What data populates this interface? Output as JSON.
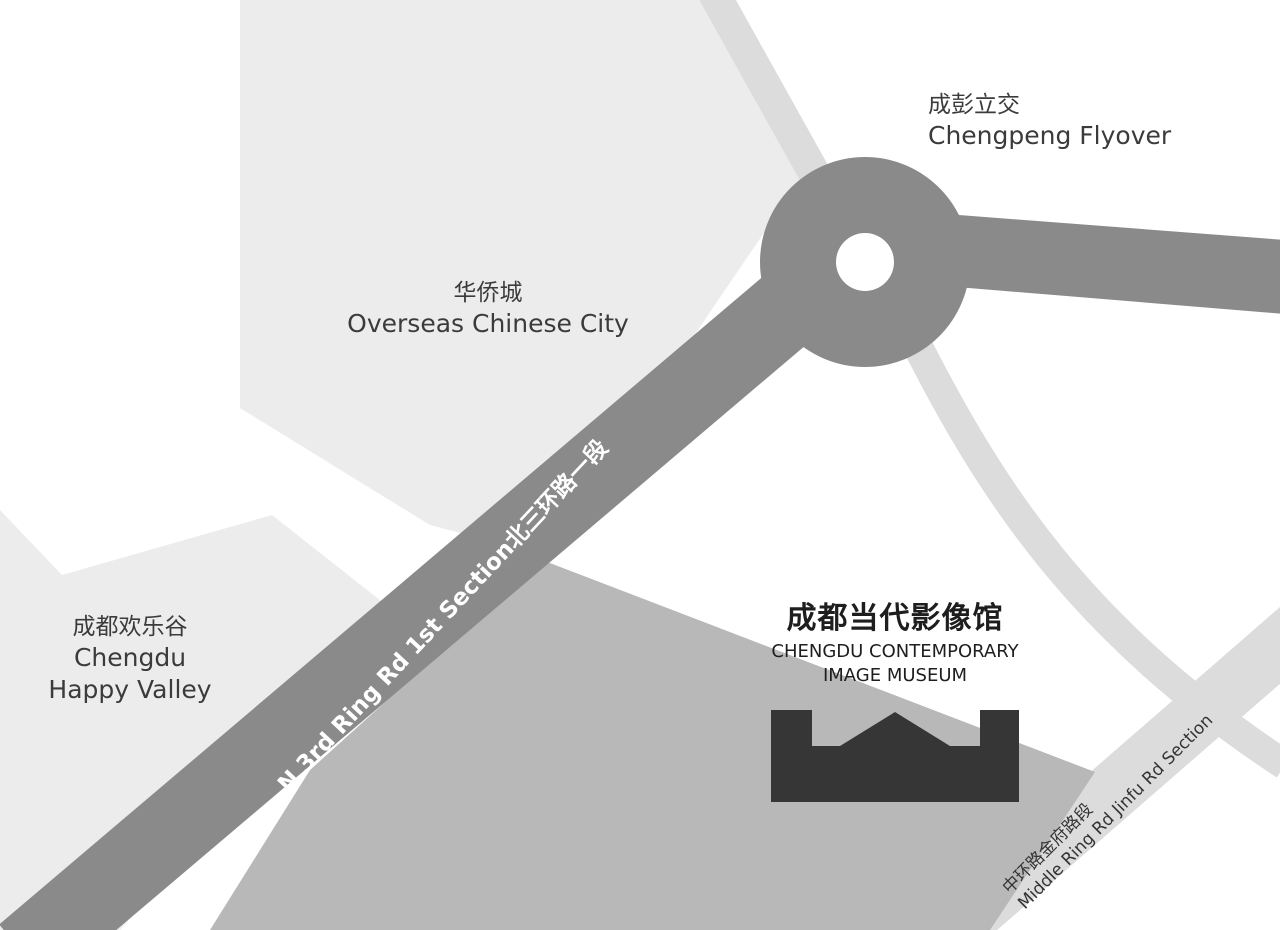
{
  "map": {
    "colors": {
      "background": "#ffffff",
      "district": "#ececec",
      "museum_area": "#b8b8b8",
      "major_road": "#8a8a8a",
      "minor_road": "#dcdcdc",
      "museum_icon": "#363636",
      "text": "#3b3b3b"
    },
    "labels": {
      "flyover": {
        "zh": "成彭立交",
        "en": "Chengpeng Flyover"
      },
      "overseas_city": {
        "zh": "华侨城",
        "en": "Overseas Chinese City"
      },
      "happy_valley": {
        "zh": "成都欢乐谷",
        "en_line1": "Chengdu",
        "en_line2": "Happy Valley"
      },
      "museum": {
        "zh": "成都当代影像馆",
        "en_line1": "CHENGDU CONTEMPORARY",
        "en_line2": "IMAGE MUSEUM",
        "icon": "museum-building-icon"
      }
    },
    "roads": {
      "n3_ring": "N 3rd Ring Rd 1st Section北三环路一段",
      "middle_ring": {
        "zh": "中环路金府路段",
        "en": "Middle Ring Rd Jinfu Rd Section"
      }
    }
  }
}
